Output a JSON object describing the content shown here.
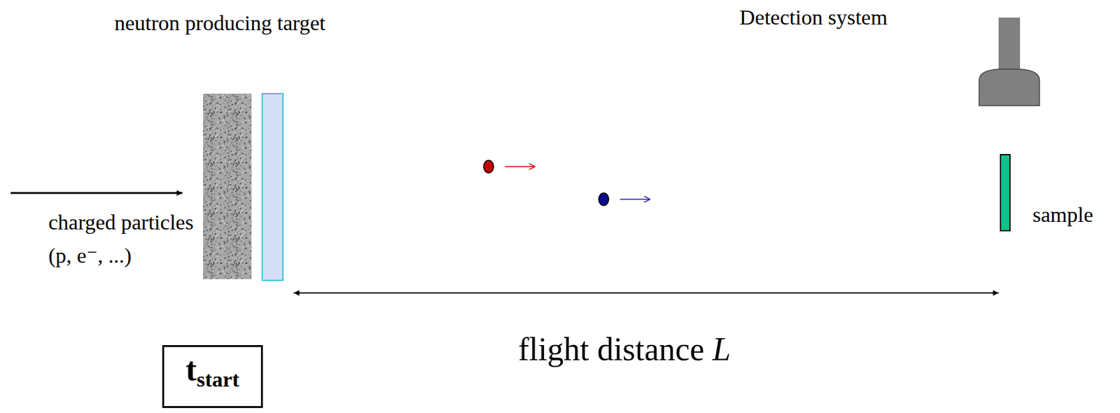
{
  "diagram": {
    "nodes": [
      {
        "text": [
          "t",
          "start"
        ]
      }
    ],
    "labels": [
      "neutron producing target",
      "Detection system",
      "charged particles (p, e⁻, ...)",
      "sample",
      "flight distance",
      "L"
    ]
  }
}
